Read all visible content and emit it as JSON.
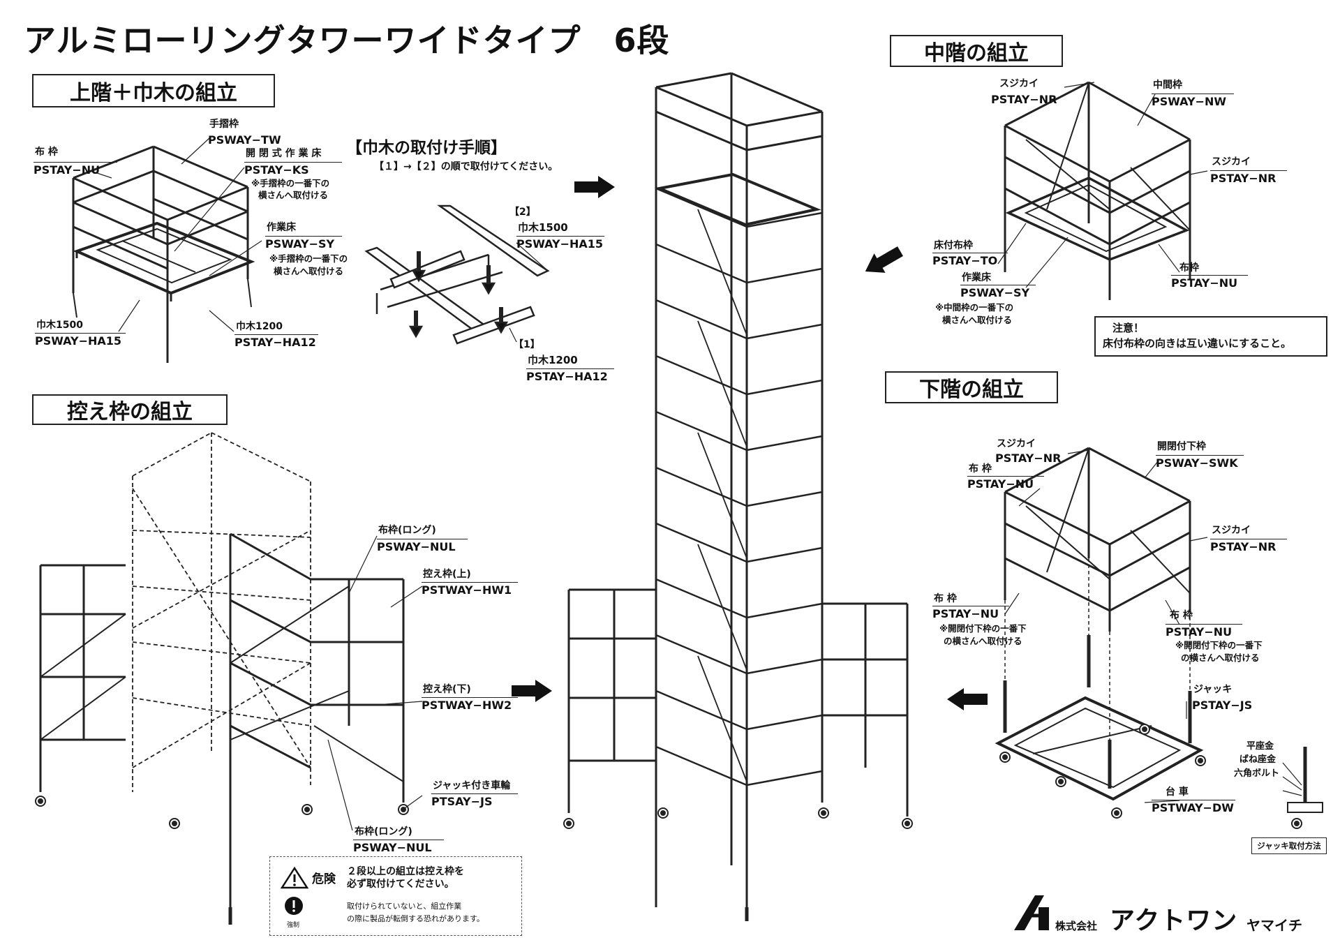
{
  "title": "アルミローリングタワーワイドタイプ　6段",
  "sections": {
    "upper": "上階＋巾木の組立",
    "brace": "控え枠の組立",
    "middle": "中階の組立",
    "lower": "下階の組立"
  },
  "upper_labels": {
    "nuwaku": "布 枠",
    "nuwaku_code": "PSTAY−NU",
    "tesuri": "手摺枠",
    "tesuri_code": "PSWAY−TW",
    "kaihei": "開 閉 式 作 業 床",
    "kaihei_code": "PSTAY−KS",
    "kaihei_note1": "※手摺枠の一番下の",
    "kaihei_note2": "横さんへ取付ける",
    "sagyo": "作業床",
    "sagyo_code": "PSWAY−SY",
    "sagyo_note1": "※手摺枠の一番下の",
    "sagyo_note2": "横さんへ取付ける",
    "habaki1500": "巾木1500",
    "habaki1500_code": "PSWAY−HA15",
    "habaki1200": "巾木1200",
    "habaki1200_code": "PSTAY−HA12"
  },
  "procedure": {
    "title": "【巾木の取付け手順】",
    "subtitle": "【１】→【２】の順で取付けてください。",
    "step2": "【2】",
    "step2_name": "巾木1500",
    "step2_code": "PSWAY−HA15",
    "step1": "【1】",
    "step1_name": "巾木1200",
    "step1_code": "PSTAY−HA12"
  },
  "brace_labels": {
    "nul_top": "布枠(ロング)",
    "nul_top_code": "PSWAY−NUL",
    "hw1": "控え枠(上)",
    "hw1_code": "PSTWAY−HW1",
    "hw2": "控え枠(下)",
    "hw2_code": "PSTWAY−HW2",
    "jack_wheel": "ジャッキ付き車輪",
    "jack_wheel_code": "PTSAY−JS",
    "nul_bottom": "布枠(ロング)",
    "nul_bottom_code": "PSWAY−NUL"
  },
  "middle_labels": {
    "sujikai1": "スジカイ",
    "sujikai1_code": "PSTAY−NR",
    "chukan": "中間枠",
    "chukan_code": "PSWAY−NW",
    "sujikai2": "スジカイ",
    "sujikai2_code": "PSTAY−NR",
    "yuka": "床付布枠",
    "yuka_code": "PSTAY−TO",
    "sagyo": "作業床",
    "sagyo_code": "PSWAY−SY",
    "sagyo_note1": "※中間枠の一番下の",
    "sagyo_note2": "横さんへ取付ける",
    "nuwaku": "布枠",
    "nuwaku_code": "PSTAY−NU",
    "caution_title": "注意！",
    "caution_text": "床付布枠の向きは互い違いにすること。"
  },
  "lower_labels": {
    "sujikai1": "スジカイ",
    "sujikai1_code": "PSTAY−NR",
    "kaihei": "開閉付下枠",
    "kaihei_code": "PSWAY−SWK",
    "nuwaku1": "布 枠",
    "nuwaku1_code": "PSTAY−NU",
    "sujikai2": "スジカイ",
    "sujikai2_code": "PSTAY−NR",
    "nuwaku2": "布 枠",
    "nuwaku2_code": "PSTAY−NU",
    "nuwaku2_note1": "※開閉付下枠の一番下",
    "nuwaku2_note2": "の横さんへ取付ける",
    "nuwaku3": "布 枠",
    "nuwaku3_code": "PSTAY−NU",
    "nuwaku3_note1": "※開閉付下枠の一番下",
    "nuwaku3_note2": "の横さんへ取付ける",
    "jack": "ジャッキ",
    "jack_code": "PSTAY−JS",
    "daisha": "台 車",
    "daisha_code": "PSTWAY−DW",
    "hiraza": "平座金",
    "bane": "ばね座金",
    "bolt": "六角ボルト",
    "jack_method": "ジャッキ取付方法"
  },
  "danger": {
    "label": "危険",
    "main1": "２段以上の組立は控え枠を",
    "main2": "必ず取付けてください。",
    "sub1": "取付けられていないと、組立作業",
    "sub2": "の際に製品が転倒する恐れがあります。",
    "mandatory": "強制"
  },
  "logo": {
    "kabushiki": "株式会社",
    "name": "アクトワン",
    "sub": "ヤマイチ"
  }
}
